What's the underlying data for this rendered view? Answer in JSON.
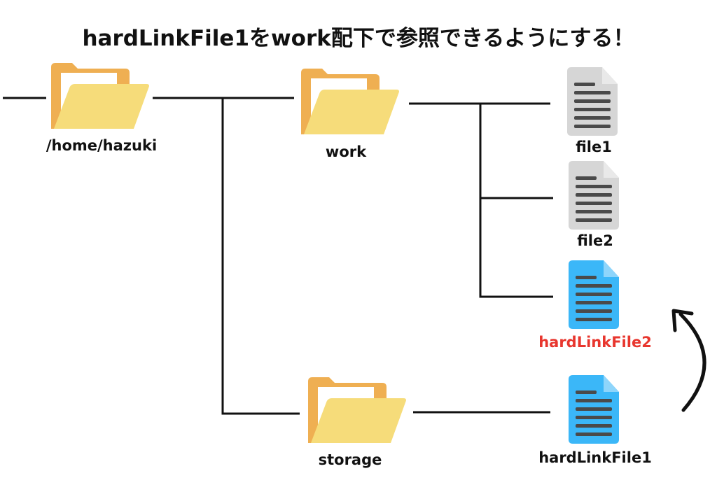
{
  "title": "hardLinkFile1をwork配下で参照できるようにする！",
  "colors": {
    "line": "#111111",
    "folder_back": "#EFAF52",
    "folder_front": "#F6DC7A",
    "folder_paper": "#FFFFFF",
    "file_gray": "#D6D6D6",
    "file_gray_fold": "#E9E9E9",
    "file_blue": "#3BB7F8",
    "file_blue_fold": "#8ED5FB",
    "file_lines": "#4A4A4A",
    "highlight_text": "#E8362E",
    "arrow": "#111111"
  },
  "nodes": {
    "home": {
      "label": "/home/hazuki",
      "icon": "folder-icon"
    },
    "work": {
      "label": "work",
      "icon": "folder-icon"
    },
    "storage": {
      "label": "storage",
      "icon": "folder-icon"
    },
    "file1": {
      "label": "file1",
      "icon": "document-icon",
      "color": "gray"
    },
    "file2": {
      "label": "file2",
      "icon": "document-icon",
      "color": "gray"
    },
    "hardLinkFile2": {
      "label": "hardLinkFile2",
      "icon": "document-icon",
      "color": "blue",
      "highlight": true
    },
    "hardLinkFile1": {
      "label": "hardLinkFile1",
      "icon": "document-icon",
      "color": "blue"
    }
  },
  "edges": [
    [
      "home",
      "work"
    ],
    [
      "home",
      "storage"
    ],
    [
      "work",
      "file1"
    ],
    [
      "work",
      "file2"
    ],
    [
      "work",
      "hardLinkFile2"
    ],
    [
      "storage",
      "hardLinkFile1"
    ]
  ],
  "annotation_arrow": {
    "from": "hardLinkFile1",
    "to": "hardLinkFile2",
    "icon": "curved-arrow-icon"
  }
}
